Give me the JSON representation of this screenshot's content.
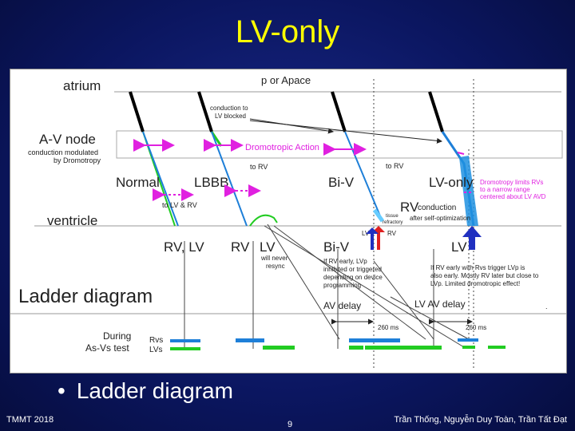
{
  "slide": {
    "title": "LV-only",
    "bullet": "Ladder diagram",
    "footer_left": "TMMT 2018",
    "page_number": "9",
    "footer_right": "Trần Thống, Nguyễn Duy Toàn, Trần Tất Đạt"
  },
  "diagram": {
    "row_labels": {
      "atrium": "atrium",
      "av_node": "A-V node",
      "av_sub1": "conduction modulated",
      "av_sub2": "by Dromotropy",
      "ventricle": "ventricle"
    },
    "top_label": "p or Apace",
    "mode_labels": {
      "normal": "Normal",
      "lbbb": "LBBB",
      "biv": "Bi-V",
      "lvonly": "LV-only"
    },
    "notes": {
      "conduction_blocked_1": "conduction to",
      "conduction_blocked_2": "LV blocked",
      "dromotropic_action": "Dromotropic Action",
      "to_rv_1": "to RV",
      "to_rv_2": "to RV",
      "to_lv_rv": "to LV & RV",
      "tissue_1": "tissue",
      "tissue_2": "refractory",
      "rv_conduction_big": "RV",
      "rv_conduction_word": "conduction",
      "after_self_opt": "after self-optimization",
      "dromo_limits_1": "Dromotropy limits RVs",
      "dromo_limits_2": "to a narrow range",
      "dromo_limits_3": "centered about LV AVD",
      "will_never_1": "will never",
      "will_never_2": "resync",
      "biv_note_1": "If RV early, LVp",
      "biv_note_2": "inhibited or triggered",
      "biv_note_3": "depending on device",
      "biv_note_4": "programming",
      "lvonly_note_1": "If RV early with Rvs trigger LVp is",
      "lvonly_note_2": "also early. Mostly RV later but close to",
      "lvonly_note_3": "LVp. Limited dromotropic effect!"
    },
    "ventricle_labels": {
      "normal": "RV, LV",
      "lbbb_rv": "RV",
      "lbbb_lv": "LV",
      "biv": "Bi-V",
      "biv_lv_small": "LV",
      "biv_rv_small": "RV",
      "lvonly": "LV"
    },
    "ladder_title": "Ladder diagram",
    "av_delay": "AV delay",
    "lv_av_delay": "LV AV delay",
    "ms_260_a": "260 ms",
    "ms_260_b": "260 ms",
    "during_1": "During",
    "during_2": "As-Vs test",
    "rvs": "Rvs",
    "lvs": "LVs",
    "dot": "."
  },
  "colors": {
    "title": "#ffff00",
    "magenta": "#e020e0",
    "green": "#22cc22",
    "blue": "#1e7fd8",
    "red": "#e02020",
    "navy": "#2030c0"
  }
}
